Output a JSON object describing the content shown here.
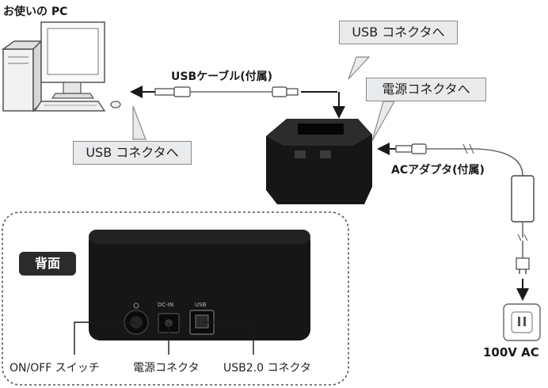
{
  "labels": {
    "pc": "お使いの PC",
    "usb_cable": "USBケーブル(付属)",
    "usb_connector_top": "USB コネクタへ",
    "power_connector_top": "電源コネクタへ",
    "usb_connector_left": "USB コネクタへ",
    "ac_adapter": "ACアダプタ(付属)",
    "outlet": "100V AC",
    "rear_badge": "背面",
    "rear_dcin": "DC-IN",
    "rear_usb": "USB",
    "onoff_switch": "ON/OFF スイッチ",
    "power_connector_bottom": "電源コネクタ",
    "usb2_connector": "USB2.0 コネクタ"
  },
  "colors": {
    "device": "#161616",
    "callout_fill": "#e9eaec",
    "arrow": "#1a1a1a",
    "cable": "#6b6b6b"
  },
  "icons": [
    "pc-tower-icon",
    "monitor-icon",
    "keyboard-icon",
    "docking-station-icon",
    "ac-adapter-icon",
    "wall-outlet-icon"
  ]
}
